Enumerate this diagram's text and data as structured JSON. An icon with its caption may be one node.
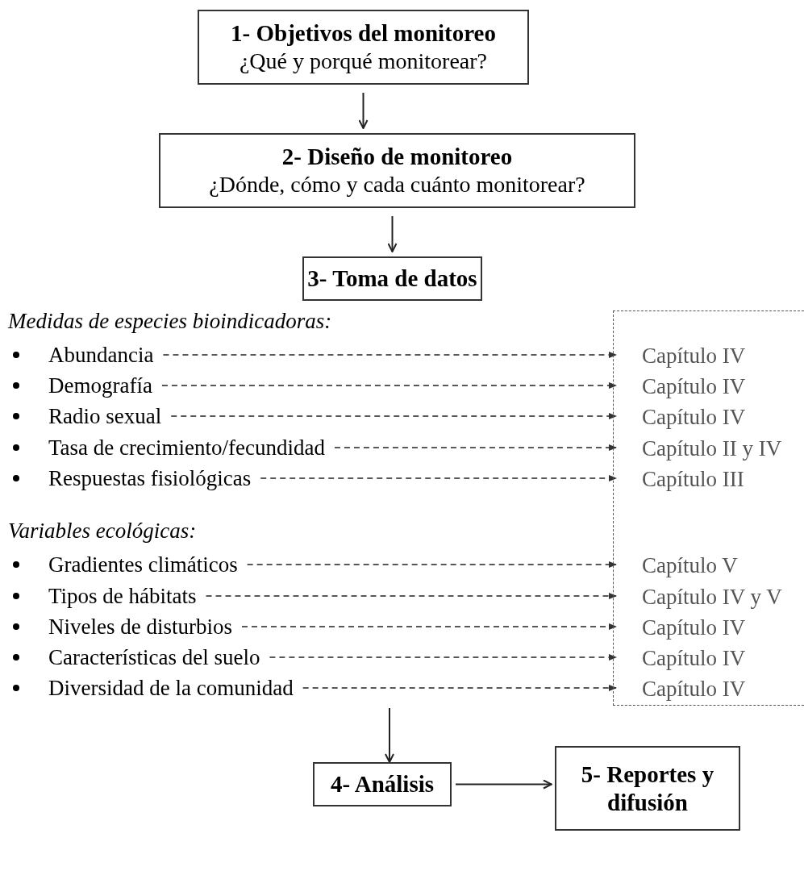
{
  "diagram": {
    "nodes": [
      {
        "text": [
          "1- Objetivos del monitoreo",
          "¿Qué y porqué monitorear?"
        ]
      },
      {
        "text": [
          "2- Diseño de monitoreo",
          "¿Dónde, cómo y cada cuánto monitorear?"
        ]
      },
      {
        "text": [
          "3- Toma de datos"
        ]
      },
      {
        "text": [],
        "shape": "box"
      },
      {
        "text": [
          "Abundancia"
        ]
      },
      {
        "text": [
          "Capítulo IV"
        ],
        "in": 3
      },
      {
        "text": [
          "Demografía"
        ]
      },
      {
        "text": [
          "Capítulo IV"
        ],
        "in": 3
      },
      {
        "text": [
          "Radio sexual"
        ]
      },
      {
        "text": [
          "Capítulo IV"
        ],
        "in": 3
      },
      {
        "text": [
          "Tasa de crecimiento/fecundidad"
        ]
      },
      {
        "text": [
          "Capítulo II y IV"
        ],
        "in": 3
      },
      {
        "text": [
          "Respuestas fisiológicas"
        ]
      },
      {
        "text": [
          "Capítulo III"
        ],
        "in": 3
      },
      {
        "text": [
          "Gradientes climáticos"
        ]
      },
      {
        "text": [
          "Capítulo V"
        ],
        "in": 3
      },
      {
        "text": [
          "Tipos de hábitats"
        ]
      },
      {
        "text": [
          "Capítulo IV y V"
        ],
        "in": 3
      },
      {
        "text": [
          "Niveles de disturbios"
        ]
      },
      {
        "text": [
          "Capítulo IV"
        ],
        "in": 3
      },
      {
        "text": [
          "Características del suelo"
        ]
      },
      {
        "text": [
          "Capítulo IV"
        ],
        "in": 3
      },
      {
        "text": [
          "Diversidad de la comunidad"
        ]
      },
      {
        "text": [
          "Capítulo IV"
        ],
        "in": 3
      },
      {
        "text": [
          "4- Análisis"
        ]
      },
      {
        "text": [
          "5- Reportes y difusión"
        ]
      }
    ],
    "edges": [
      {
        "from": 0,
        "to": 1,
        "arrow": "to"
      },
      {
        "from": 1,
        "to": 2,
        "arrow": "to"
      },
      {
        "from": 4,
        "to": 5,
        "arrow": "to",
        "style": "dashed"
      },
      {
        "from": 6,
        "to": 7,
        "arrow": "to",
        "style": "dashed"
      },
      {
        "from": 8,
        "to": 9,
        "arrow": "to",
        "style": "dashed"
      },
      {
        "from": 10,
        "to": 11,
        "arrow": "to",
        "style": "dashed"
      },
      {
        "from": 12,
        "to": 13,
        "arrow": "to",
        "style": "dashed"
      },
      {
        "from": 14,
        "to": 15,
        "arrow": "to",
        "style": "dashed"
      },
      {
        "from": 16,
        "to": 17,
        "arrow": "to",
        "style": "dashed"
      },
      {
        "from": 18,
        "to": 19,
        "arrow": "to",
        "style": "dashed"
      },
      {
        "from": 20,
        "to": 21,
        "arrow": "to",
        "style": "dashed"
      },
      {
        "from": 22,
        "to": 23,
        "arrow": "to",
        "style": "dashed"
      },
      {
        "from": null,
        "to": 24,
        "arrow": "to"
      },
      {
        "from": 24,
        "to": 25,
        "arrow": "to"
      }
    ],
    "labels": [
      "Medidas de especies bioindicadoras:",
      "Variables ecológicas:"
    ]
  }
}
